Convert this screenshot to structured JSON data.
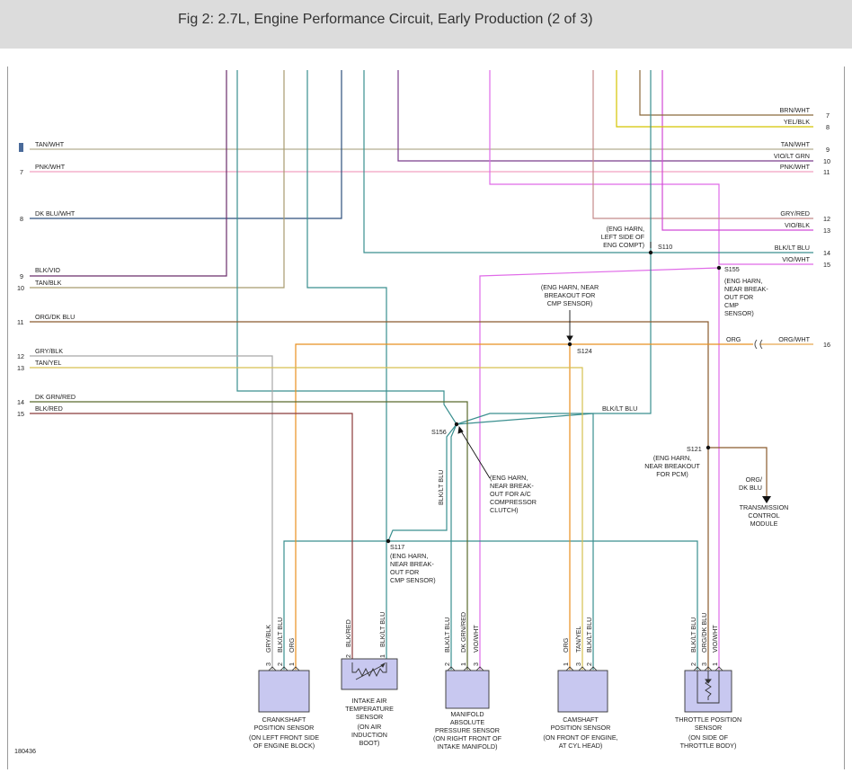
{
  "title": "Fig 2: 2.7L, Engine Performance Circuit, Early Production (2 of 3)",
  "figure_id": "180436",
  "colors": {
    "tan_wht": "#b5ad90",
    "vio_ltgrn": "#7a3d8c",
    "pnk_wht": "#f2a0c0",
    "dkblu_wht": "#2d4f7c",
    "brn_wht": "#8b6a3c",
    "yel_blk": "#d4c400",
    "gry_red": "#c48a8a",
    "vio_blk": "#d14ad6",
    "blk_ltblu": "#3a8f8f",
    "vio_wht": "#e06be8",
    "blk_vio": "#6b2d6b",
    "tan_blk": "#a89a6e",
    "org_dkblu": "#8a5a2d",
    "gry_blk": "#a8a8a8",
    "tan_yel": "#d6c050",
    "dkgrn_red": "#5a6a2d",
    "blk_red": "#8b3a3a",
    "org": "#e89020",
    "org_wht": "#e6a850",
    "sensor_fill": "#c8c8f0"
  },
  "left_wires": [
    {
      "pin": "",
      "label": "TAN/WHT"
    },
    {
      "pin": "7",
      "label": "PNK/WHT"
    },
    {
      "pin": "8",
      "label": "DK BLU/WHT"
    },
    {
      "pin": "9",
      "label": "BLK/VIO"
    },
    {
      "pin": "10",
      "label": "TAN/BLK"
    },
    {
      "pin": "11",
      "label": "ORG/DK BLU"
    },
    {
      "pin": "12",
      "label": "GRY/BLK"
    },
    {
      "pin": "13",
      "label": "TAN/YEL"
    },
    {
      "pin": "14",
      "label": "DK GRN/RED"
    },
    {
      "pin": "15",
      "label": "BLK/RED"
    }
  ],
  "right_wires": [
    {
      "pin": "7",
      "label": "BRN/WHT"
    },
    {
      "pin": "8",
      "label": "YEL/BLK"
    },
    {
      "pin": "9",
      "label": "TAN/WHT"
    },
    {
      "pin": "10",
      "label": "VIO/LT GRN"
    },
    {
      "pin": "11",
      "label": "PNK/WHT"
    },
    {
      "pin": "12",
      "label": "GRY/RED"
    },
    {
      "pin": "13",
      "label": "VIO/BLK"
    },
    {
      "pin": "14",
      "label": "BLK/LT BLU"
    },
    {
      "pin": "15",
      "label": "VIO/WHT"
    },
    {
      "pin": "16",
      "label": "ORG/WHT"
    }
  ],
  "inline_labels": {
    "org": "ORG",
    "blk_ltblu_mid": "BLK/LT BLU",
    "blk_ltblu_vert": "BLK/LT BLU",
    "tcm_wire": [
      "ORG/",
      "DK BLU"
    ]
  },
  "splices": {
    "s110": {
      "id": "S110",
      "note": [
        "(ENG HARN,",
        "LEFT SIDE OF",
        "ENG COMPT)"
      ]
    },
    "s155": {
      "id": "S155",
      "note": [
        "(ENG HARN,",
        "NEAR BREAK-",
        "OUT FOR",
        "CMP",
        "SENSOR)"
      ]
    },
    "s124": {
      "id": "S124",
      "note": [
        "(ENG HARN, NEAR",
        "BREAKOUT FOR",
        "CMP SENSOR)"
      ]
    },
    "s156": {
      "id": "S156",
      "note": [
        "(ENG HARN,",
        "NEAR BREAK-",
        "OUT FOR A/C",
        "COMPRESSOR",
        "CLUTCH)"
      ]
    },
    "s121": {
      "id": "S121",
      "note": [
        "(ENG HARN,",
        "NEAR BREAKOUT",
        "FOR PCM)"
      ]
    },
    "s117": {
      "id": "S117",
      "note": [
        "(ENG HARN,",
        "NEAR BREAK-",
        "OUT FOR",
        "CMP SENSOR)"
      ]
    }
  },
  "tcm": {
    "name": [
      "TRANSMISSION",
      "CONTROL",
      "MODULE"
    ]
  },
  "sensors": {
    "ckp": {
      "name": [
        "CRANKSHAFT",
        "POSITION SENSOR",
        "(ON LEFT FRONT SIDE",
        "OF ENGINE BLOCK)"
      ],
      "pins": [
        {
          "num": "3",
          "wire": "GRY/BLK"
        },
        {
          "num": "2",
          "wire": "BLK/LT BLU"
        },
        {
          "num": "1",
          "wire": "ORG"
        }
      ]
    },
    "iat": {
      "name": [
        "INTAKE AIR",
        "TEMPERATURE",
        "SENSOR",
        "(ON AIR",
        "INDUCTION",
        "BOOT)"
      ],
      "pins": [
        {
          "num": "2",
          "wire": "BLK/RED"
        },
        {
          "num": "1",
          "wire": "BLK/LT BLU"
        }
      ]
    },
    "map": {
      "name": [
        "MANIFOLD",
        "ABSOLUTE",
        "PRESSURE SENSOR",
        "(ON RIGHT FRONT OF",
        "INTAKE MANIFOLD)"
      ],
      "pins": [
        {
          "num": "2",
          "wire": "BLK/LT BLU"
        },
        {
          "num": "1",
          "wire": "DK GRN/RED"
        },
        {
          "num": "3",
          "wire": "VIO/WHT"
        }
      ]
    },
    "cmp": {
      "name": [
        "CAMSHAFT",
        "POSITION SENSOR",
        "(ON FRONT OF ENGINE,",
        "AT CYL HEAD)"
      ],
      "pins": [
        {
          "num": "1",
          "wire": "ORG"
        },
        {
          "num": "3",
          "wire": "TAN/YEL"
        },
        {
          "num": "2",
          "wire": "BLK/LT BLU"
        }
      ]
    },
    "tps": {
      "name": [
        "THROTTLE POSITION",
        "SENSOR",
        "(ON SIDE OF",
        "THROTTLE BODY)"
      ],
      "pins": [
        {
          "num": "2",
          "wire": "BLK/LT BLU"
        },
        {
          "num": "3",
          "wire": "ORG/DK BLU"
        },
        {
          "num": "1",
          "wire": "VIO/WHT"
        }
      ]
    }
  }
}
